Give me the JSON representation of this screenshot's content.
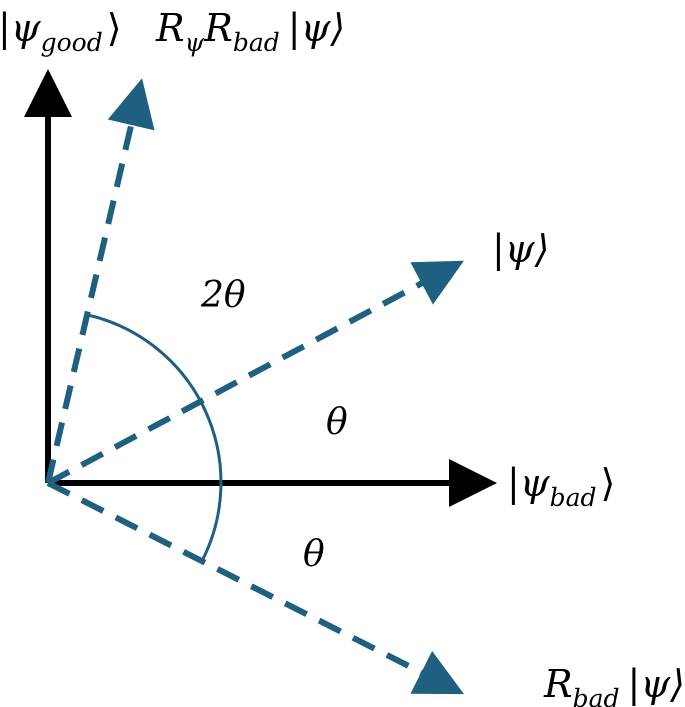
{
  "colors": {
    "axis": "#000000",
    "vector": "#1f5f7f",
    "arc": "#1f5f7f",
    "background": "#ffffff"
  },
  "labels": {
    "psi_good": "|ψgood⟩",
    "psi_good_main": "|ψ",
    "psi_good_sub": "good",
    "psi_good_close": "⟩",
    "rpsi_rbad_psi": "RψRbad|ψ⟩",
    "rpsi_R1": "R",
    "rpsi_sub1": "ψ",
    "rpsi_R2": "R",
    "rpsi_sub2": "bad",
    "rpsi_ket": "|ψ⟩",
    "psi": "|ψ⟩",
    "two_theta": "2θ",
    "theta_upper": "θ",
    "theta_lower": "θ",
    "psi_bad": "|ψbad⟩",
    "psi_bad_main": "|ψ",
    "psi_bad_sub": "bad",
    "psi_bad_close": "⟩",
    "rbad_psi": "Rbad|ψ⟩",
    "rbad_R": "R",
    "rbad_sub": "bad",
    "rbad_ket": "|ψ⟩"
  }
}
